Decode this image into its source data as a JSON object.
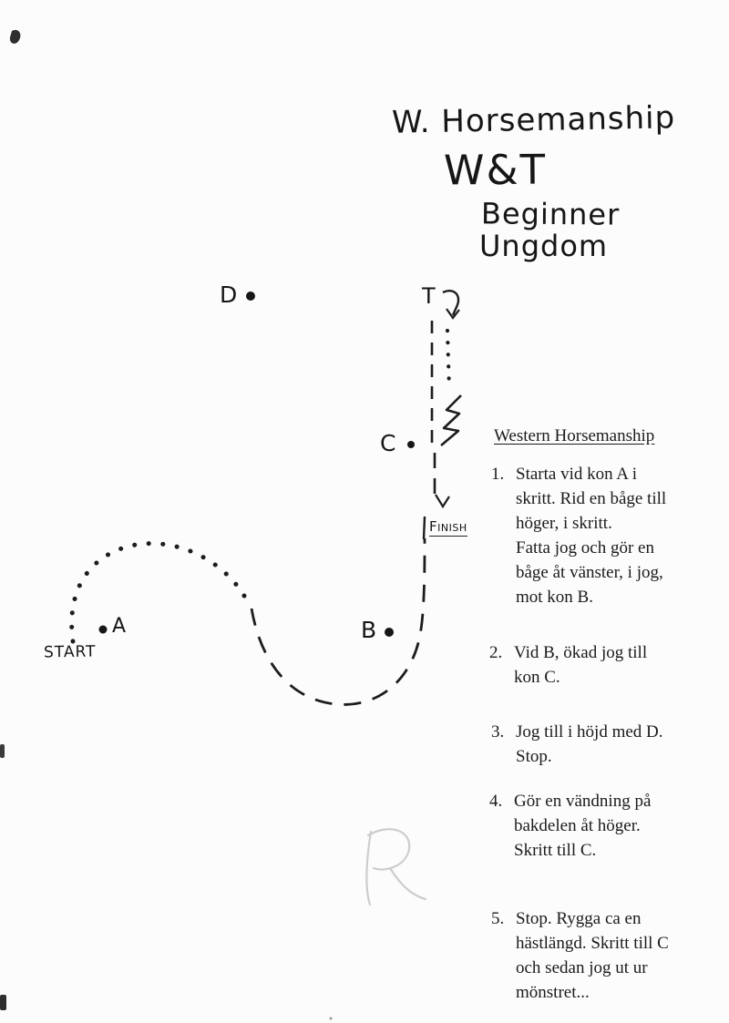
{
  "colors": {
    "ink": "#1d1d1d",
    "paper": "#fcfcfc",
    "pencil": "#cdcdcd"
  },
  "title": {
    "line1": "W. Horsemanship",
    "line2": "W&T",
    "line3": "Beginner",
    "line4": "Ungdom"
  },
  "pattern": {
    "cone_a": "A",
    "cone_b": "B",
    "cone_c": "C",
    "cone_d": "D",
    "start": "START",
    "finish": "Finish",
    "top_marker": "T"
  },
  "instructions": {
    "heading": "Western Horsemanship",
    "items": [
      {
        "num": "1.",
        "text": "Starta vid kon A i\nskritt. Rid en båge till\nhöger, i skritt.\nFatta jog och gör en\nbåge åt vänster, i jog,\nmot kon B."
      },
      {
        "num": "2.",
        "text": "Vid B, ökad jog till\nkon C."
      },
      {
        "num": "3.",
        "text": "Jog till i höjd med D.\nStop."
      },
      {
        "num": "4.",
        "text": "Gör en vändning på\nbakdelen åt höger.\nSkritt till C."
      },
      {
        "num": "5.",
        "text": "Stop. Rygga ca en\nhästlängd. Skritt till C\noch sedan jog ut ur\nmönstret..."
      }
    ]
  }
}
